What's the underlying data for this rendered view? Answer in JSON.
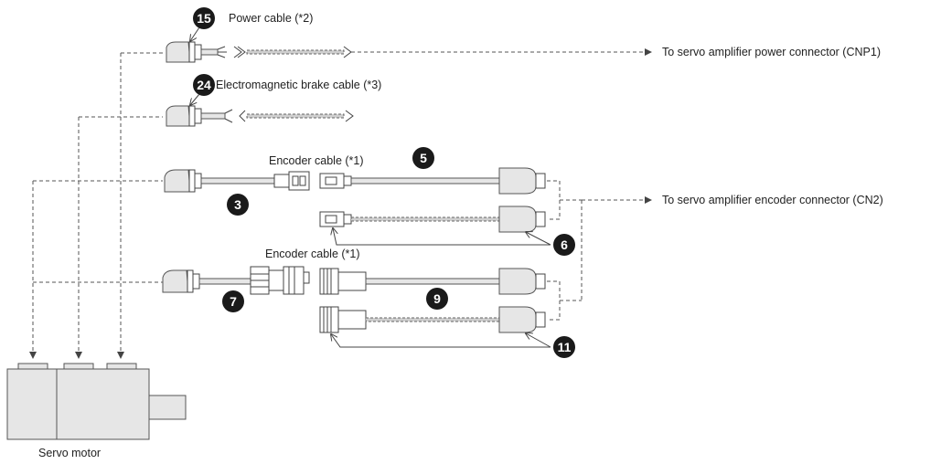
{
  "labels": {
    "power_cable": "Power cable (*2)",
    "brake_cable": "Electromagnetic brake cable (*3)",
    "encoder_cable_1": "Encoder cable (*1)",
    "encoder_cable_2": "Encoder cable (*1)",
    "power_connector_target": "To servo amplifier power connector (CNP1)",
    "encoder_connector_target": "To servo amplifier encoder connector (CN2)",
    "servo_motor": "Servo motor"
  },
  "callouts": {
    "power_cable_no": "15",
    "brake_cable_no": "24",
    "encoder_short_a": "3",
    "encoder_long_a": "5",
    "encoder_long_b": "6",
    "encoder_short_b": "7",
    "encoder_long_c": "9",
    "encoder_long_d": "11"
  }
}
